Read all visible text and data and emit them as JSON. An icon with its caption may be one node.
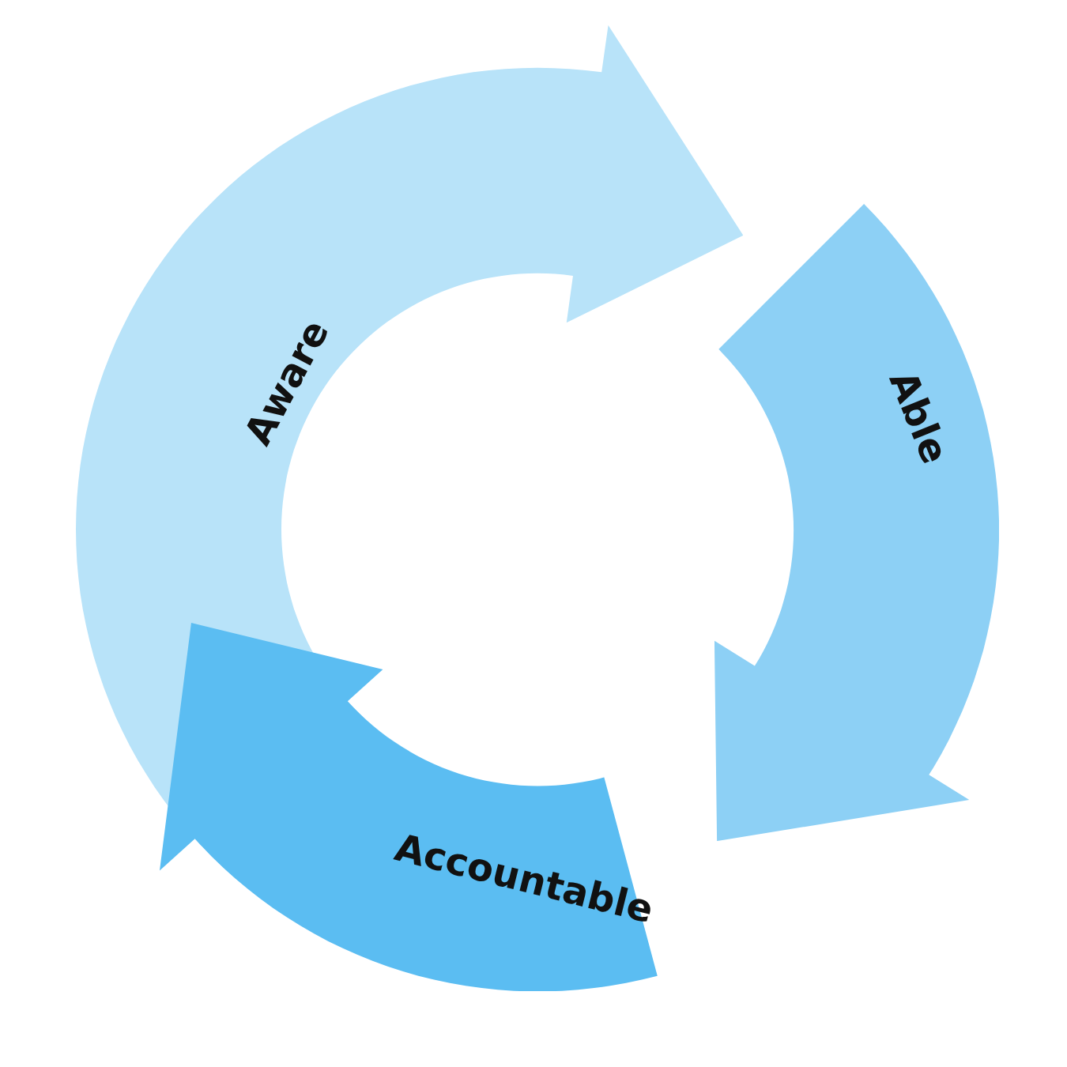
{
  "diagram": {
    "nodes": [
      {
        "text": [
          "Aware"
        ]
      },
      {
        "text": [
          "Able"
        ]
      },
      {
        "text": [
          "Accountable"
        ]
      }
    ]
  }
}
